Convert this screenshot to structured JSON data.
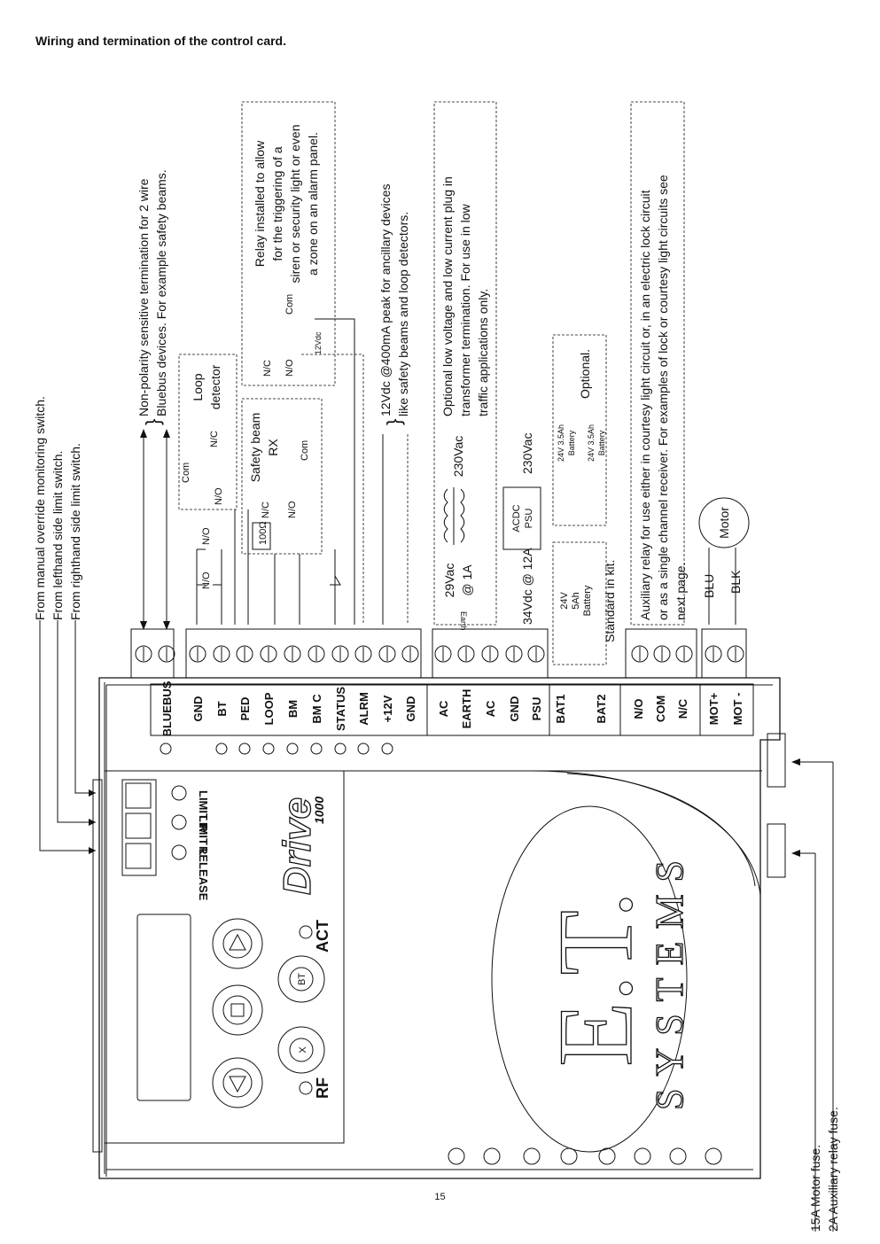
{
  "heading": "Wiring and termination of the control card.",
  "page_number": "15",
  "switch_notes": [
    "From manual override monitoring switch.",
    "From lefthand side limit switch.",
    "From righthand side limit switch."
  ],
  "bluebus_note": [
    "Non-polarity sensitive termination for 2 wire",
    "Bluebus devices. For example safety beams."
  ],
  "relay_note": [
    "Relay installed to allow",
    "for the triggering of a",
    "siren or security light or even",
    "a zone on an alarm panel."
  ],
  "loop_detector": [
    "Loop",
    "detector"
  ],
  "safety_beam": [
    "Safety beam",
    "RX"
  ],
  "aux_power_note": [
    "12Vdc @400mA peak for ancillary devices",
    "like safety beams and loop detectors."
  ],
  "transformer_note": [
    "Optional low voltage and low current plug in",
    "transformer termination. For use in low",
    "traffic applications only."
  ],
  "optional_label": "Optional.",
  "standard_label": "Standard in kit.",
  "aux_relay_note": [
    "Auxiliary relay for use either in courtesy light circuit or, in an electric lock circuit",
    "or as a single channel receiver. For examples of lock or courtesy light circuits see",
    "next page."
  ],
  "fuse_notes": [
    "15A Motor fuse.",
    "2A Auxiliary relay fuse."
  ],
  "contacts": {
    "nc": "N/C",
    "no": "N/O",
    "com": "Com",
    "coil": "12Vdc",
    "resistor": "100Ω",
    "earth": "Earth"
  },
  "transformer": {
    "v29": "29Vac",
    "a1": "@ 1A",
    "v230": "230Vac"
  },
  "psu": {
    "line1": "ACDC",
    "line2": "PSU",
    "out": "34Vdc @ 12A",
    "in": "230Vac"
  },
  "batteries": {
    "kit": [
      "24V",
      "5Ah",
      "Battery"
    ],
    "opt": [
      "24V 3.5Ah",
      "Battery"
    ]
  },
  "motor": {
    "label": "Motor",
    "wire1": "BLU",
    "wire2": "BLK"
  },
  "terminals": [
    "BLUEBUS",
    "GND",
    "BT",
    "PED",
    "LOOP",
    "BM",
    "BM C",
    "STATUS",
    "ALRM",
    "+12V",
    "GND",
    "AC",
    "EARTH",
    "AC",
    "GND",
    "PSU",
    "BAT1",
    "BAT2",
    "N/O",
    "COM",
    "N/C",
    "MOT+",
    "MOT -"
  ],
  "card_labels": {
    "limit_r": "LIMIT R",
    "limit_l": "LIMIT L",
    "release": "RELEASE",
    "act": "ACT",
    "rf": "RF",
    "bt": "BT",
    "x": "X",
    "drive": "Drive",
    "model": "1000",
    "brand": "E.T.",
    "brand_sub": "SYSTEMS"
  }
}
